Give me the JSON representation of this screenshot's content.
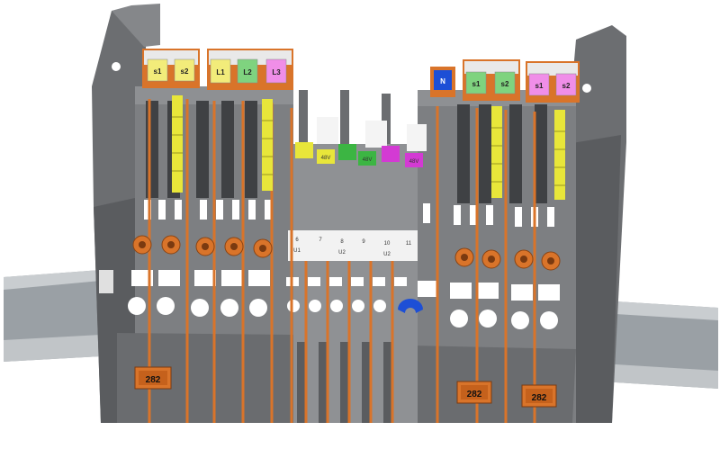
{
  "image": {
    "subject": "DIN rail mounted terminal block assembly (3D render)"
  },
  "markers": {
    "left_s": [
      "s1",
      "s2"
    ],
    "left_l": [
      "L1",
      "L2",
      "L3"
    ],
    "right_n": "N",
    "right_s_a": [
      "s1",
      "s2"
    ],
    "right_s_b": [
      "s1",
      "s2"
    ]
  },
  "mid_tags": [
    "48V",
    "48V",
    "48V"
  ],
  "mid_numbers": [
    "6",
    "7",
    "8",
    "9",
    "10",
    "11"
  ],
  "mid_sub": [
    "U1",
    "",
    "U2",
    "",
    "U2",
    ""
  ],
  "counters": [
    "282",
    "282",
    "282"
  ],
  "colors": {
    "body": "#7d7f82",
    "body_dark": "#5f6164",
    "body_light": "#a3a5a8",
    "orange": "#d9742a",
    "yellow": "#e8e63a",
    "green": "#3cb543",
    "magenta": "#d33ad3",
    "marker_yellow": "#f2ec7a",
    "marker_green": "#7fd37f",
    "marker_pink": "#f08ee8",
    "marker_blue": "#1d4fd6",
    "rail": "#aeb3b7"
  }
}
